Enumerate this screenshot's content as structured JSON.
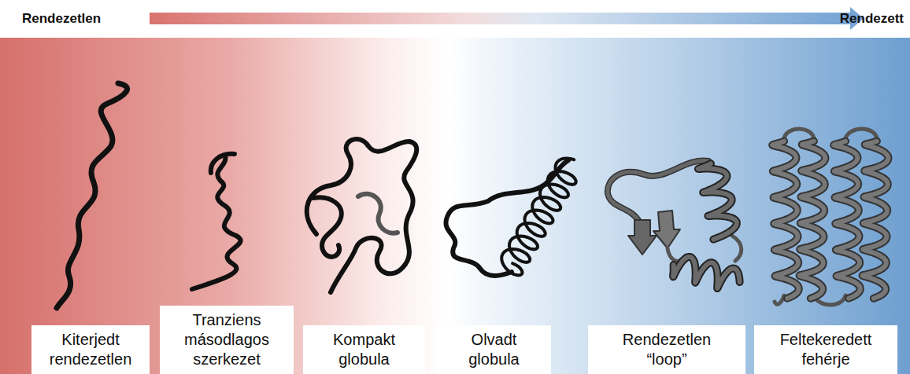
{
  "diagram": {
    "nodes": [
      {
        "text": [
          "Kiterjedt rendezetlen"
        ]
      },
      {
        "text": [
          "Tranziens másodlagos szerkezet"
        ]
      },
      {
        "text": [
          "Kompakt globula"
        ]
      },
      {
        "text": [
          "Olvadt globula"
        ]
      },
      {
        "text": [
          "Rendezetlen “loop”"
        ]
      },
      {
        "text": [
          "Feltekeredett fehérje"
        ]
      }
    ],
    "labels": [
      "Rendezetlen",
      "Rendezett"
    ]
  }
}
